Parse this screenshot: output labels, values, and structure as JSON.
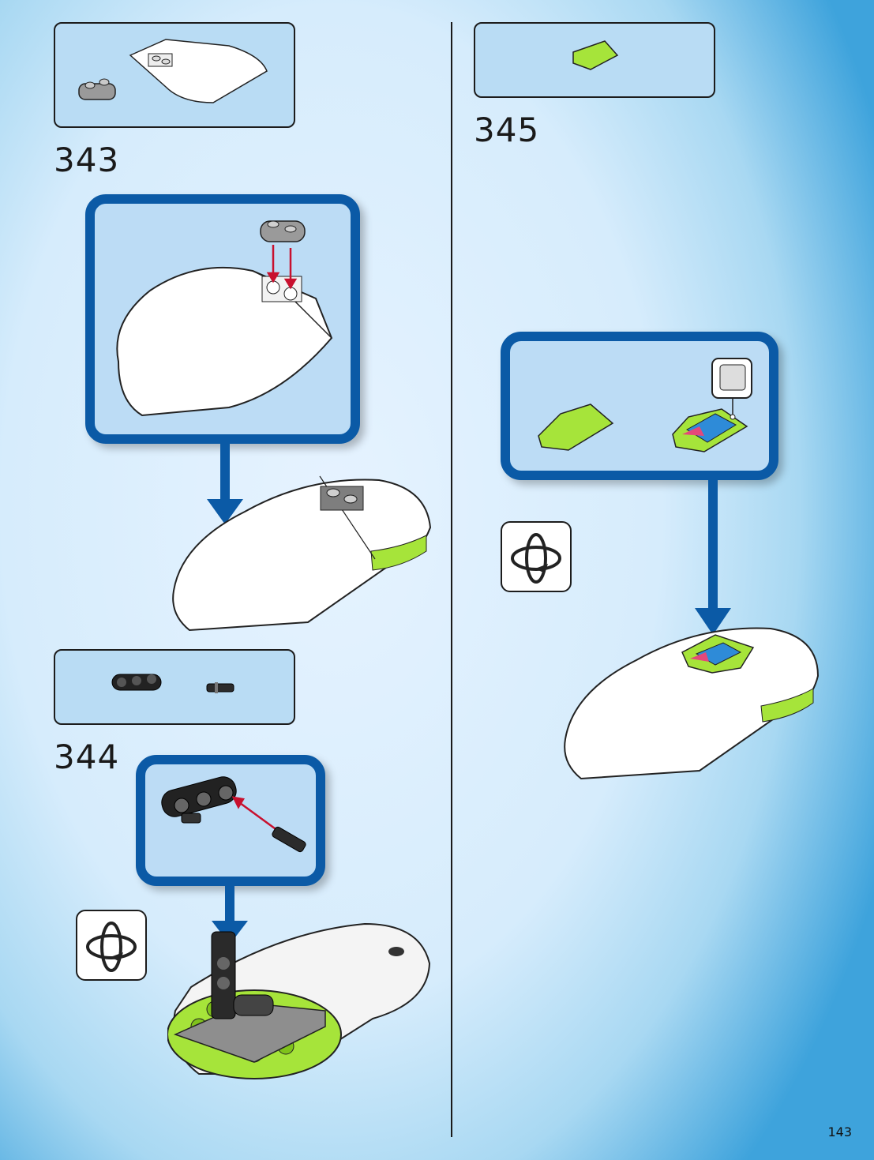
{
  "steps": [
    {
      "number": "343"
    },
    {
      "number": "344"
    },
    {
      "number": "345"
    }
  ],
  "page": {
    "number": "143"
  },
  "colors": {
    "callout_border": "#0b5aa6",
    "callout_fill": "#bcdcf5",
    "lime_green": "#a6e43a",
    "arrow_red": "#c8102e"
  },
  "icons": [
    "rotate-model-icon",
    "sticker-icon"
  ]
}
